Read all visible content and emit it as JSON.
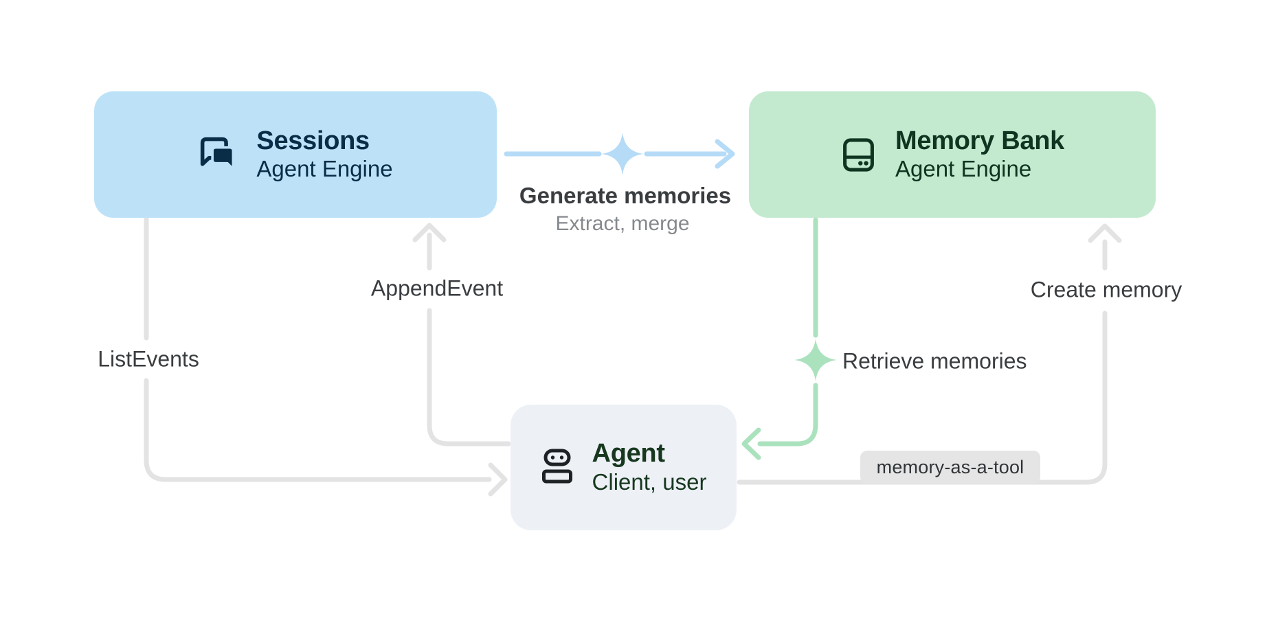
{
  "diagram": {
    "nodes": {
      "sessions": {
        "title": "Sessions",
        "subtitle": "Agent Engine"
      },
      "memory_bank": {
        "title": "Memory Bank",
        "subtitle": "Agent Engine"
      },
      "agent": {
        "title": "Agent",
        "subtitle": "Client, user"
      }
    },
    "edges": {
      "generate_memories": {
        "label": "Generate memories",
        "sublabel": "Extract, merge"
      },
      "append_event": {
        "label": "AppendEvent"
      },
      "list_events": {
        "label": "ListEvents"
      },
      "create_memory": {
        "label": "Create memory"
      },
      "retrieve_memories": {
        "label": "Retrieve memories"
      },
      "memory_as_a_tool": {
        "badge": "memory-as-a-tool"
      }
    },
    "icons": {
      "sessions": "chat-icon",
      "memory_bank": "storage-icon",
      "agent": "robot-icon",
      "generate_memories": "sparkle-icon",
      "retrieve_memories": "sparkle-icon"
    },
    "colors": {
      "sessions_fill": "#BDE2F8",
      "sessions_text": "#092C47",
      "memory_fill": "#C3EACF",
      "memory_text": "#0F3420",
      "agent_fill": "#EDF1F6",
      "agent_text": "#17381F",
      "agent_icon": "#1F2225",
      "blue_line": "#B5DBF7",
      "green_line": "#ABE2BE",
      "gray_line": "#E3E3E3",
      "label_text": "#3A3D40",
      "sublabel_text": "#85898D",
      "badge_bg": "#E5E5E5",
      "badge_text": "#303437"
    }
  }
}
